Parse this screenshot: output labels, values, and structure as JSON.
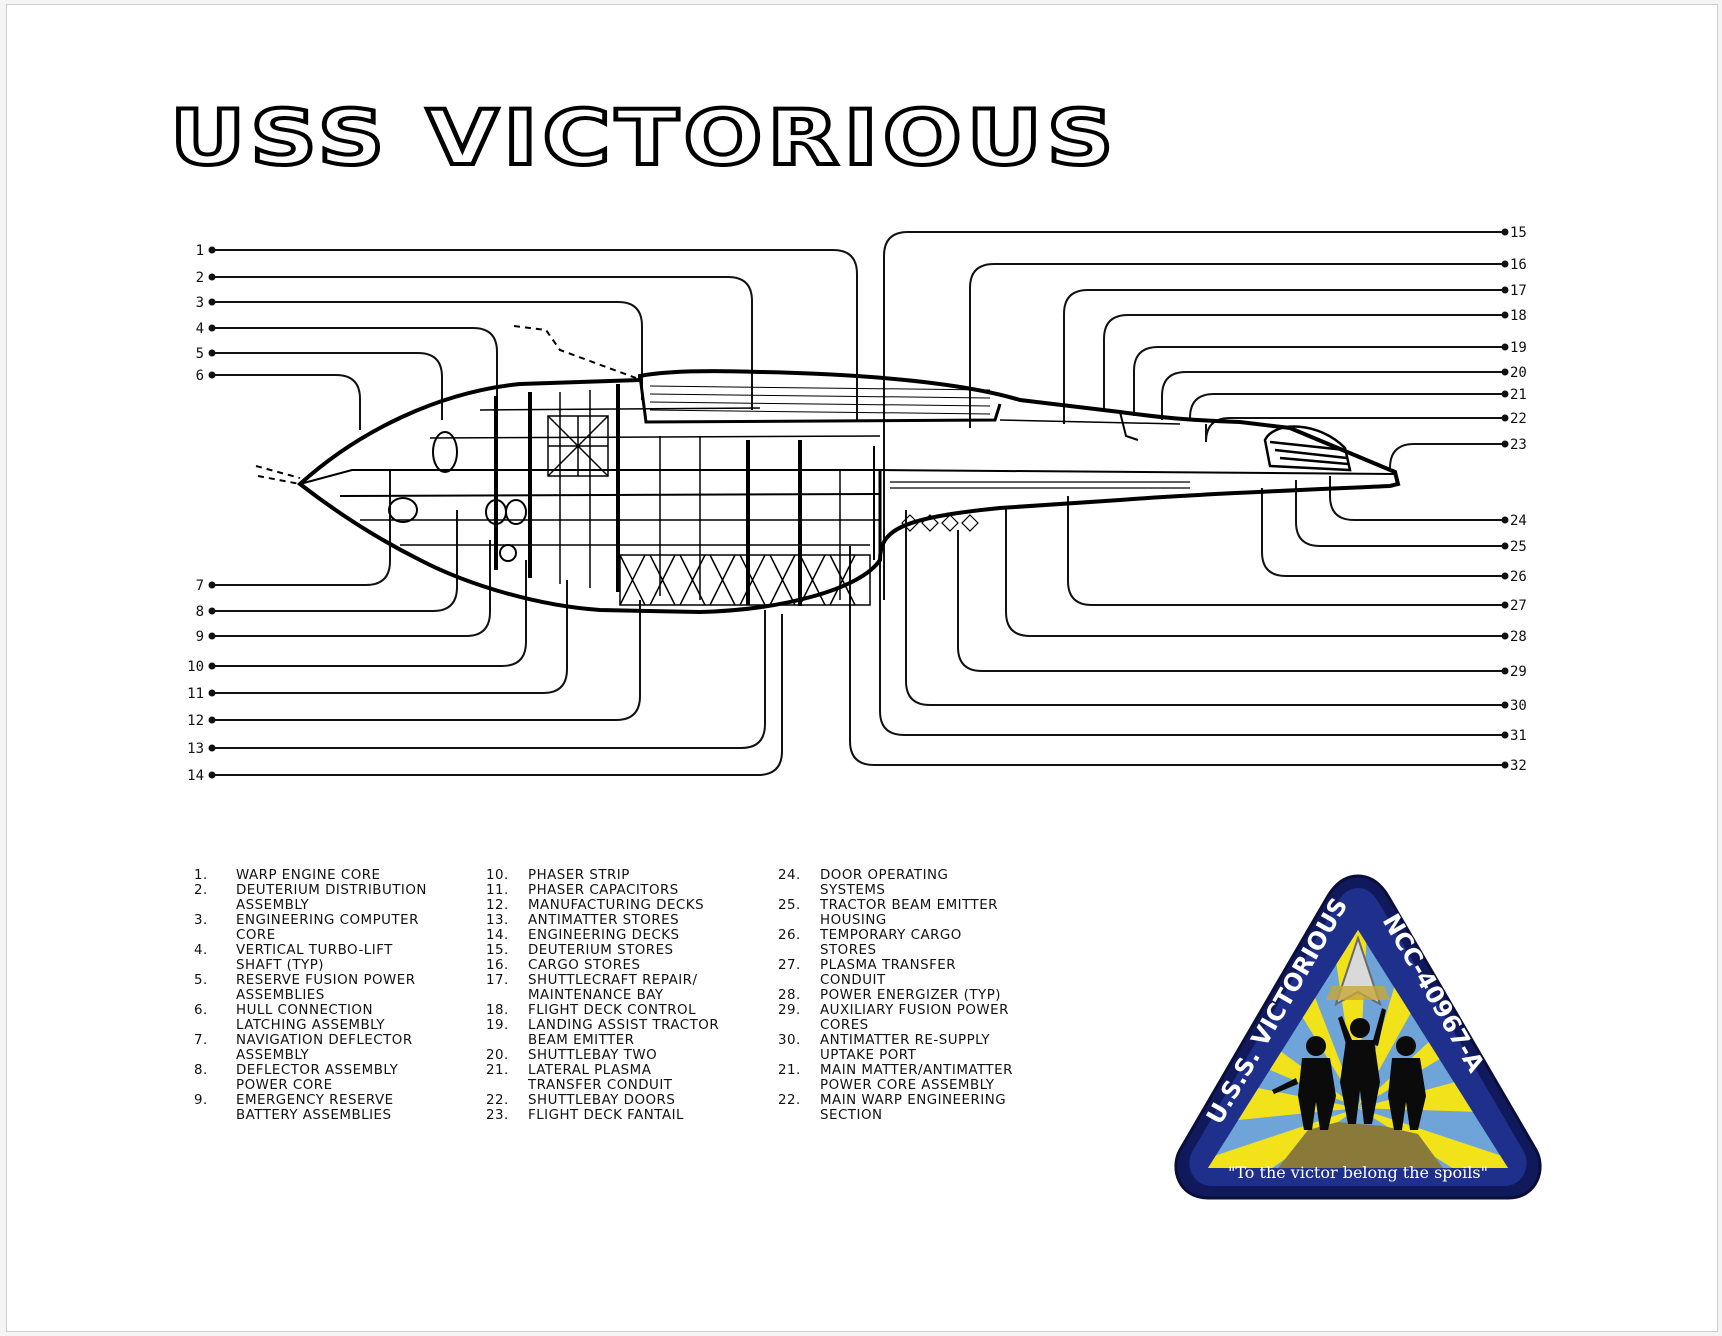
{
  "title": "USS VICTORIOUS",
  "callouts_left": [
    "1",
    "2",
    "3",
    "4",
    "5",
    "6",
    "7",
    "8",
    "9",
    "10",
    "11",
    "12",
    "13",
    "14"
  ],
  "callouts_right": [
    "15",
    "16",
    "17",
    "18",
    "19",
    "20",
    "21",
    "22",
    "23",
    "24",
    "25",
    "26",
    "27",
    "28",
    "29",
    "30",
    "31",
    "32"
  ],
  "legend": {
    "col1": [
      {
        "num": "1.",
        "text": "WARP ENGINE CORE"
      },
      {
        "num": "2.",
        "text": "DEUTERIUM DISTRIBUTION\nASSEMBLY"
      },
      {
        "num": "3.",
        "text": "ENGINEERING COMPUTER\nCORE"
      },
      {
        "num": "4.",
        "text": "VERTICAL TURBO-LIFT\nSHAFT (TYP)"
      },
      {
        "num": "5.",
        "text": "RESERVE FUSION POWER\nASSEMBLIES"
      },
      {
        "num": "6.",
        "text": "HULL CONNECTION\nLATCHING ASSEMBLY"
      },
      {
        "num": "7.",
        "text": "NAVIGATION DEFLECTOR\nASSEMBLY"
      },
      {
        "num": "8.",
        "text": "DEFLECTOR ASSEMBLY\nPOWER CORE"
      },
      {
        "num": "9.",
        "text": "EMERGENCY RESERVE\nBATTERY ASSEMBLIES"
      }
    ],
    "col2": [
      {
        "num": "10.",
        "text": "PHASER STRIP"
      },
      {
        "num": "11.",
        "text": "PHASER CAPACITORS"
      },
      {
        "num": "12.",
        "text": "MANUFACTURING DECKS"
      },
      {
        "num": "13.",
        "text": "ANTIMATTER STORES"
      },
      {
        "num": "14.",
        "text": "ENGINEERING DECKS"
      },
      {
        "num": "15.",
        "text": "DEUTERIUM STORES"
      },
      {
        "num": "16.",
        "text": "CARGO STORES"
      },
      {
        "num": "17.",
        "text": "SHUTTLECRAFT REPAIR/\nMAINTENANCE BAY"
      },
      {
        "num": "18.",
        "text": "FLIGHT DECK CONTROL"
      },
      {
        "num": "19.",
        "text": "LANDING ASSIST TRACTOR\nBEAM EMITTER"
      },
      {
        "num": "20.",
        "text": "SHUTTLEBAY TWO"
      },
      {
        "num": "21.",
        "text": "LATERAL PLASMA\nTRANSFER CONDUIT"
      },
      {
        "num": "22.",
        "text": "SHUTTLEBAY DOORS"
      },
      {
        "num": "23.",
        "text": "FLIGHT DECK FANTAIL"
      }
    ],
    "col3": [
      {
        "num": "24.",
        "text": "DOOR OPERATING\nSYSTEMS"
      },
      {
        "num": "25.",
        "text": "TRACTOR BEAM EMITTER\nHOUSING"
      },
      {
        "num": "26.",
        "text": "TEMPORARY CARGO\nSTORES"
      },
      {
        "num": "27.",
        "text": "PLASMA TRANSFER\nCONDUIT"
      },
      {
        "num": "28.",
        "text": "POWER ENERGIZER (TYP)"
      },
      {
        "num": "29.",
        "text": "AUXILIARY FUSION POWER\nCORES"
      },
      {
        "num": "30.",
        "text": "ANTIMATTER RE-SUPPLY\nUPTAKE PORT"
      },
      {
        "num": "21.",
        "text": "MAIN MATTER/ANTIMATTER\nPOWER CORE ASSEMBLY"
      },
      {
        "num": "22.",
        "text": "MAIN WARP ENGINEERING\nSECTION"
      }
    ]
  },
  "patch": {
    "ship_name": "U.S.S. VICTORIOUS",
    "registry": "NCC-40967-A",
    "motto": "\"To the victor belong the spoils\"",
    "colors": {
      "navy": "#1f2f8c",
      "yellow": "#f2e21a",
      "sky": "#6fa4d8",
      "rock": "#8a7a3a"
    }
  }
}
